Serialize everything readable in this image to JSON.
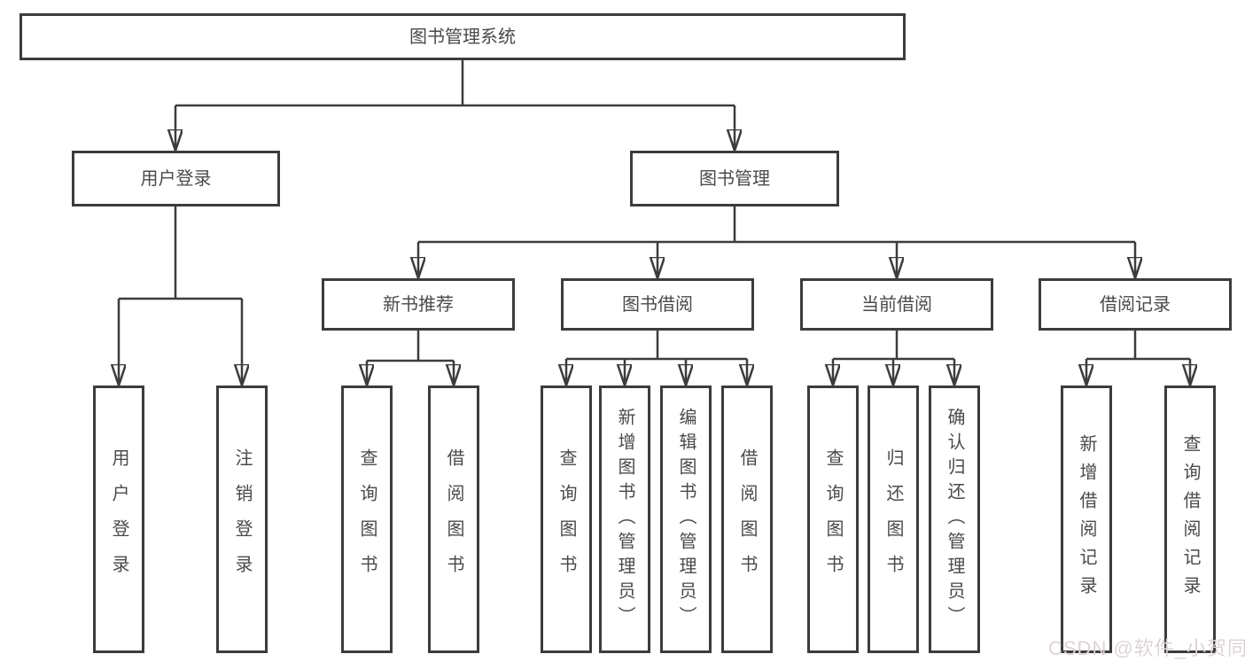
{
  "diagram": {
    "root": {
      "label": "图书管理系统"
    },
    "level2": [
      {
        "label": "用户登录"
      },
      {
        "label": "图书管理"
      }
    ],
    "level3": [
      {
        "label": "新书推荐"
      },
      {
        "label": "图书借阅"
      },
      {
        "label": "当前借阅"
      },
      {
        "label": "借阅记录"
      }
    ],
    "leaves": {
      "user_login": [
        {
          "label": "用户登录"
        },
        {
          "label": "注销登录"
        }
      ],
      "new_book_rec": [
        {
          "label": "查询图书"
        },
        {
          "label": "借阅图书"
        }
      ],
      "book_borrow": [
        {
          "label": "查询图书"
        },
        {
          "label": "新增图书（管理员）"
        },
        {
          "label": "编辑图书（管理员）"
        },
        {
          "label": "借阅图书"
        }
      ],
      "current_borrow": [
        {
          "label": "查询图书"
        },
        {
          "label": "归还图书"
        },
        {
          "label": "确认归还（管理员）"
        }
      ],
      "borrow_record": [
        {
          "label": "新增借阅记录"
        },
        {
          "label": "查询借阅记录"
        }
      ]
    }
  },
  "watermark": {
    "text": "CSDN @软件_小贺同学"
  },
  "colors": {
    "line": "#3c3c3c",
    "text": "#4a4a4a",
    "background": "#ffffff",
    "watermark": "#ddd3d3"
  }
}
